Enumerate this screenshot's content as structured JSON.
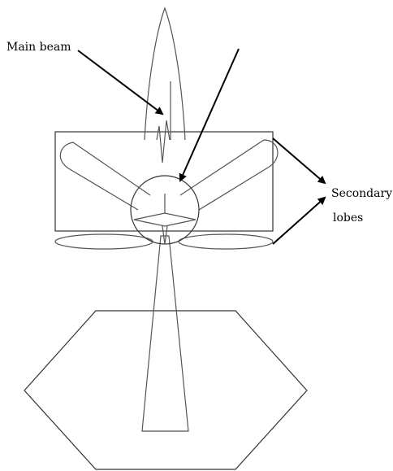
{
  "labels": {
    "main_beam": "Main beam",
    "secondary_line1": "Secondary",
    "secondary_line2": "lobes"
  },
  "colors": {
    "stroke": "#555555",
    "arrow": "#000000",
    "background": "#ffffff"
  }
}
